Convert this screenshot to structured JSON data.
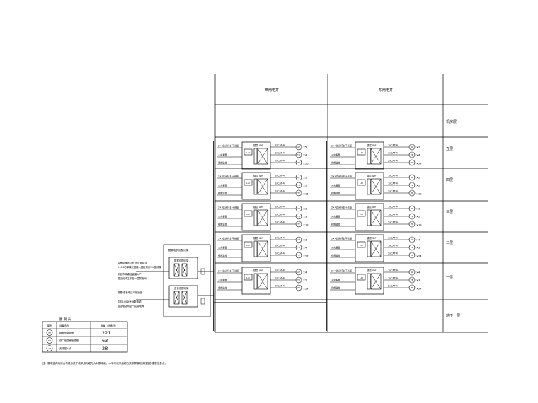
{
  "columns": {
    "west": "西南电井",
    "east": "东南电井"
  },
  "floors": {
    "machine_room": "机房层",
    "f5": "五层",
    "f4": "四层",
    "f3": "三层",
    "f2": "二层",
    "f1": "一层",
    "b1": "地下一层"
  },
  "idf_block": {
    "idf_label": "楼层 IDF",
    "lu_label": "LIU",
    "uplink_fiber": "2×4芯光纤主干光缆",
    "fire_label": "火灾报警",
    "video_label": "视频监控",
    "cable_1": "1xCAT-4",
    "cable_2": "1xCAT-4",
    "cable_3": "2xCAT-4"
  },
  "west_rows": [
    {
      "ap": "×5",
      "tp": "×4",
      "phone": "×26"
    },
    {
      "ap": "×2",
      "tp": "×2",
      "phone": "×16"
    },
    {
      "ap": "×3",
      "tp": "×3",
      "phone": "×18"
    },
    {
      "ap": "×3",
      "tp": "×4",
      "phone": "×27"
    },
    {
      "ap": "×4",
      "tp": "×2",
      "phone": "×24"
    }
  ],
  "east_rows": [
    {
      "ap": "×2",
      "tp": "×4",
      "phone": "×24"
    },
    {
      "ap": "×2",
      "tp": "×2",
      "phone": "×12"
    },
    {
      "ap": "×3",
      "tp": "×2",
      "phone": "×19"
    },
    {
      "ap": "×4",
      "tp": "×3",
      "phone": "×24"
    },
    {
      "ap": "×4",
      "tp": "×3",
      "phone": "×24"
    }
  ],
  "mdf": {
    "title": "一层弱电机房配线架",
    "box1_label": "数据总配线架",
    "box2_label": "语音总配线架",
    "note1_line1": "由移动通信公司 光纤到楼宇",
    "note1_line2": "2×24芯单模光缆接入园区机房LIU配线架",
    "note1_line3": "引自市政通信管道入户",
    "note1_line4": "园区光纤主干至一层弱电间",
    "note2_line1": "数据/语音电话市政通信",
    "note2_line2": "引自100对大对数电缆",
    "note2_line3": "园区电话网至一层弱电间"
  },
  "legend": {
    "title": "图 例 表",
    "headers": [
      "图例",
      "设备名称",
      "数量（信息点）"
    ],
    "rows": [
      {
        "symbol": "TP",
        "name": "数据信息插座",
        "count": "221"
      },
      {
        "symbol": "TB",
        "name": "双口信息面板插座",
        "count": "63"
      },
      {
        "symbol": "AP",
        "name": "无线接入点",
        "count": "28"
      }
    ]
  },
  "footnote": "注：弱电竖井内综合布线系统干线采用光缆与大对数电缆，水平布线采用超五类非屏蔽双绞线至各楼层信息点。"
}
